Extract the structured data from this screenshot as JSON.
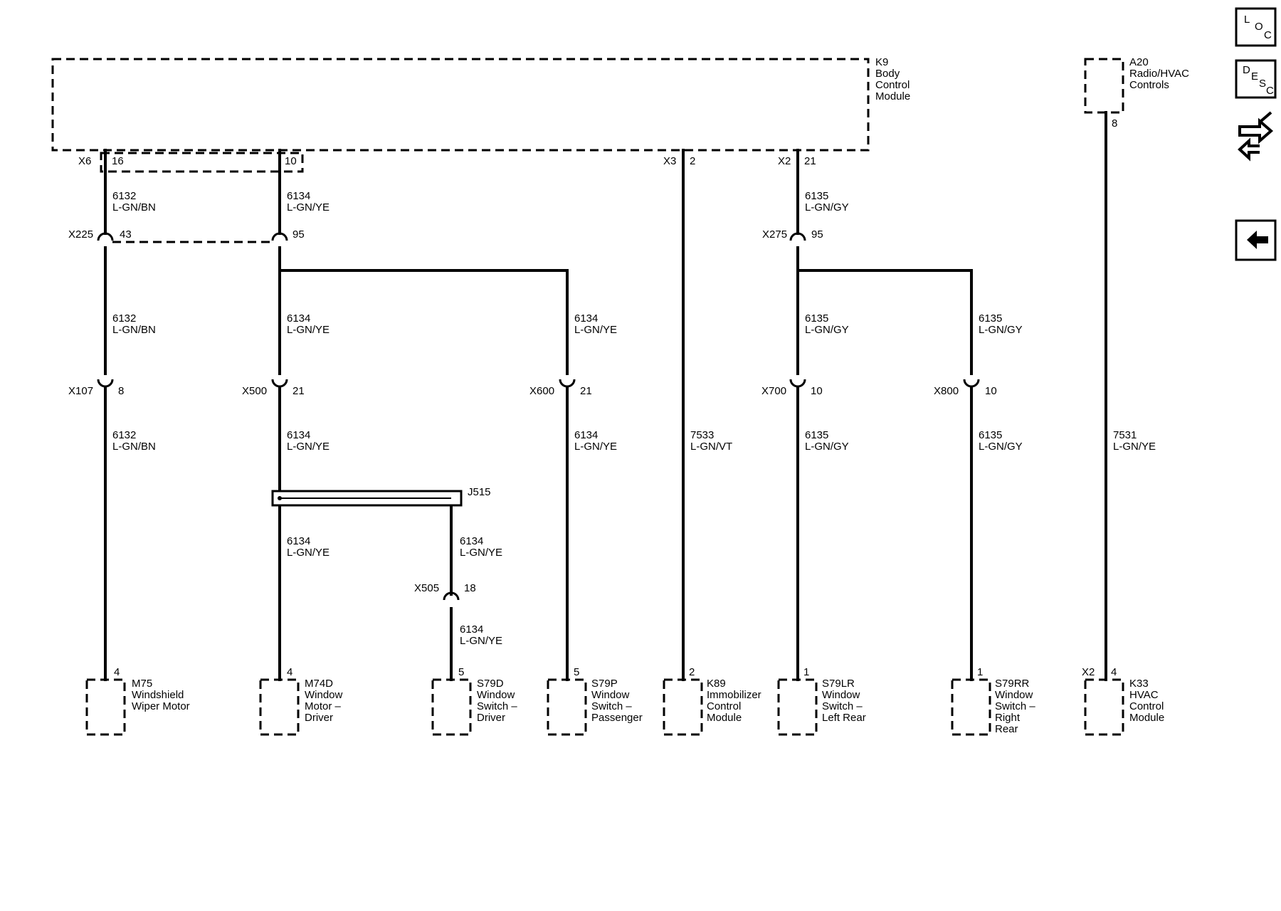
{
  "modules": {
    "k9": [
      "K9",
      "Body",
      "Control",
      "Module"
    ],
    "a20": [
      "A20",
      "Radio/HVAC",
      "Controls"
    ]
  },
  "pins": {
    "x6": "X6",
    "p16": "16",
    "p10": "10",
    "x3": "X3",
    "p2": "2",
    "x2": "X2",
    "p21": "21",
    "a20pin": "8"
  },
  "wires": {
    "w6132": [
      "6132",
      "L-GN/BN"
    ],
    "w6134": [
      "6134",
      "L-GN/YE"
    ],
    "w6135": [
      "6135",
      "L-GN/GY"
    ],
    "w7533": [
      "7533",
      "L-GN/VT"
    ],
    "w7531": [
      "7531",
      "L-GN/YE"
    ]
  },
  "inline_connectors": {
    "x225": [
      "X225",
      "43"
    ],
    "x225b": "95",
    "x275": [
      "X275",
      "95"
    ],
    "x107": [
      "X107",
      "8"
    ],
    "x500": [
      "X500",
      "21"
    ],
    "x600": [
      "X600",
      "21"
    ],
    "x700": [
      "X700",
      "10"
    ],
    "x800": [
      "X800",
      "10"
    ],
    "x505": [
      "X505",
      "18"
    ]
  },
  "splice": "J515",
  "loads": {
    "m75": {
      "pin": "4",
      "lines": [
        "M75",
        "Windshield",
        "Wiper Motor"
      ]
    },
    "m74d": {
      "pin": "4",
      "lines": [
        "M74D",
        "Window",
        "Motor –",
        "Driver"
      ]
    },
    "s79d": {
      "pin": "5",
      "lines": [
        "S79D",
        "Window",
        "Switch –",
        "Driver"
      ]
    },
    "s79p": {
      "pin": "5",
      "lines": [
        "S79P",
        "Window",
        "Switch –",
        "Passenger"
      ]
    },
    "k89": {
      "pin": "2",
      "lines": [
        "K89",
        "Immobilizer",
        "Control",
        "Module"
      ]
    },
    "s79lr": {
      "pin": "1",
      "lines": [
        "S79LR",
        "Window",
        "Switch –",
        "Left Rear"
      ]
    },
    "s79rr": {
      "pin": "1",
      "lines": [
        "S79RR",
        "Window",
        "Switch –",
        "Right",
        "Rear"
      ]
    },
    "k33": {
      "connector": "X2",
      "pin": "4",
      "lines": [
        "K33",
        "HVAC",
        "Control",
        "Module"
      ]
    }
  },
  "nav": {
    "loc": [
      "L",
      "O",
      "C"
    ],
    "desc": [
      "D",
      "E",
      "S",
      "C"
    ]
  }
}
